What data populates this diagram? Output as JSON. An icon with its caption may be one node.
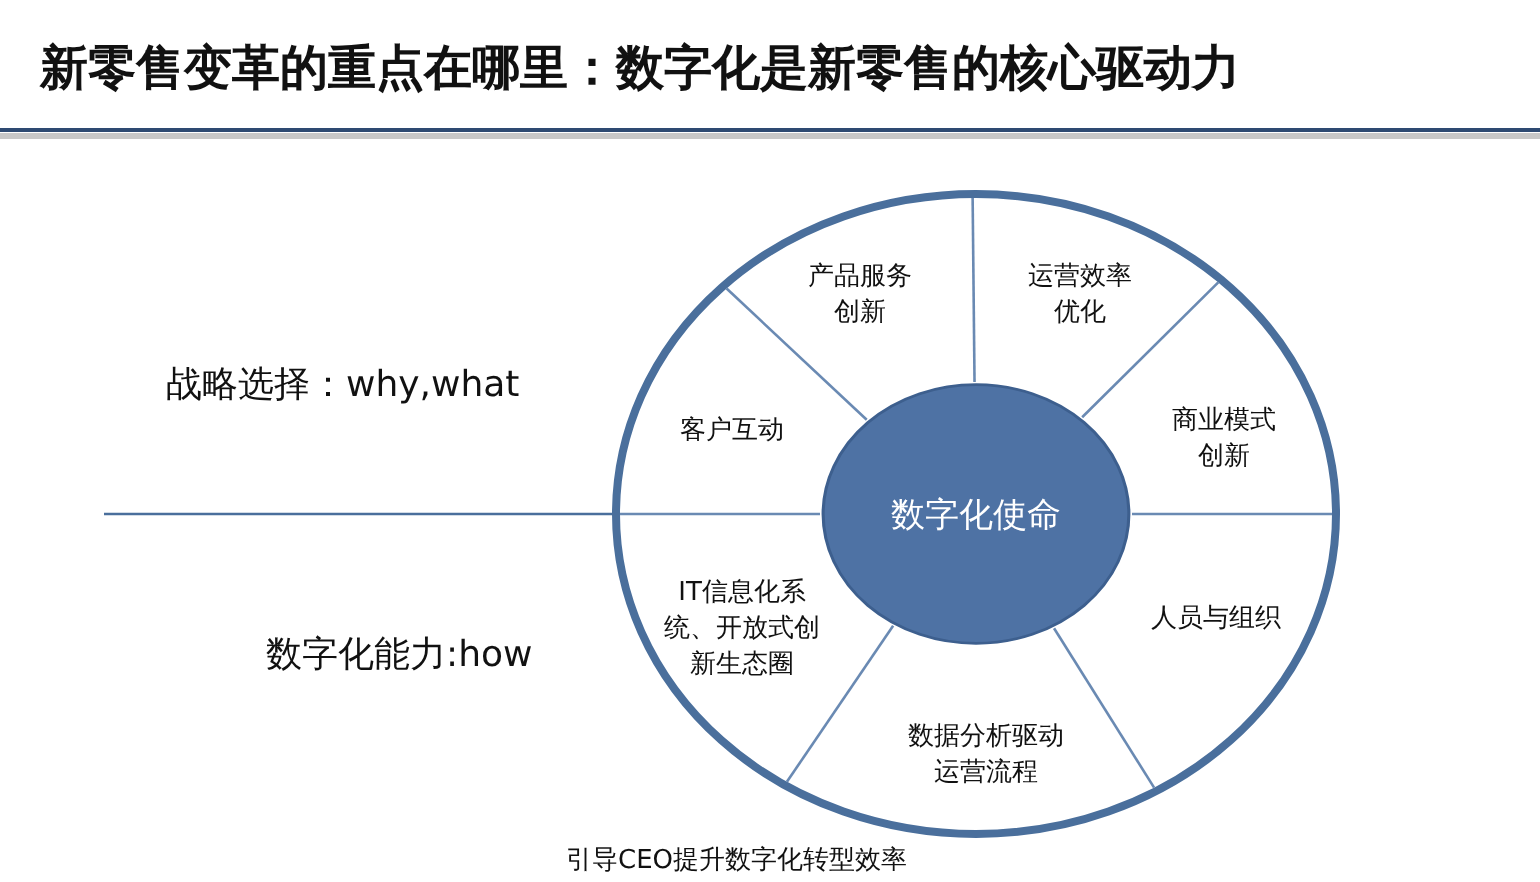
{
  "diagram": {
    "title": "新零售变革的重点在哪里：数字化是新零售的核心驱动力",
    "nodes": [
      {
        "text": [
          "数字化使命"
        ]
      },
      {
        "text": [
          "产品服务创新"
        ]
      },
      {
        "text": [
          "运营效率优化"
        ]
      },
      {
        "text": [
          "商业模式创新"
        ]
      },
      {
        "text": [
          "人员与组织"
        ]
      },
      {
        "text": [
          "数据分析驱动运营流程"
        ]
      },
      {
        "text": [
          "IT信息化系统、开放式创新生态圈"
        ]
      },
      {
        "text": [
          "客户互动"
        ]
      }
    ],
    "labels": [
      "战略选择：why,what",
      "数字化能力:how",
      "引导CEO提升数字化转型效率"
    ]
  }
}
